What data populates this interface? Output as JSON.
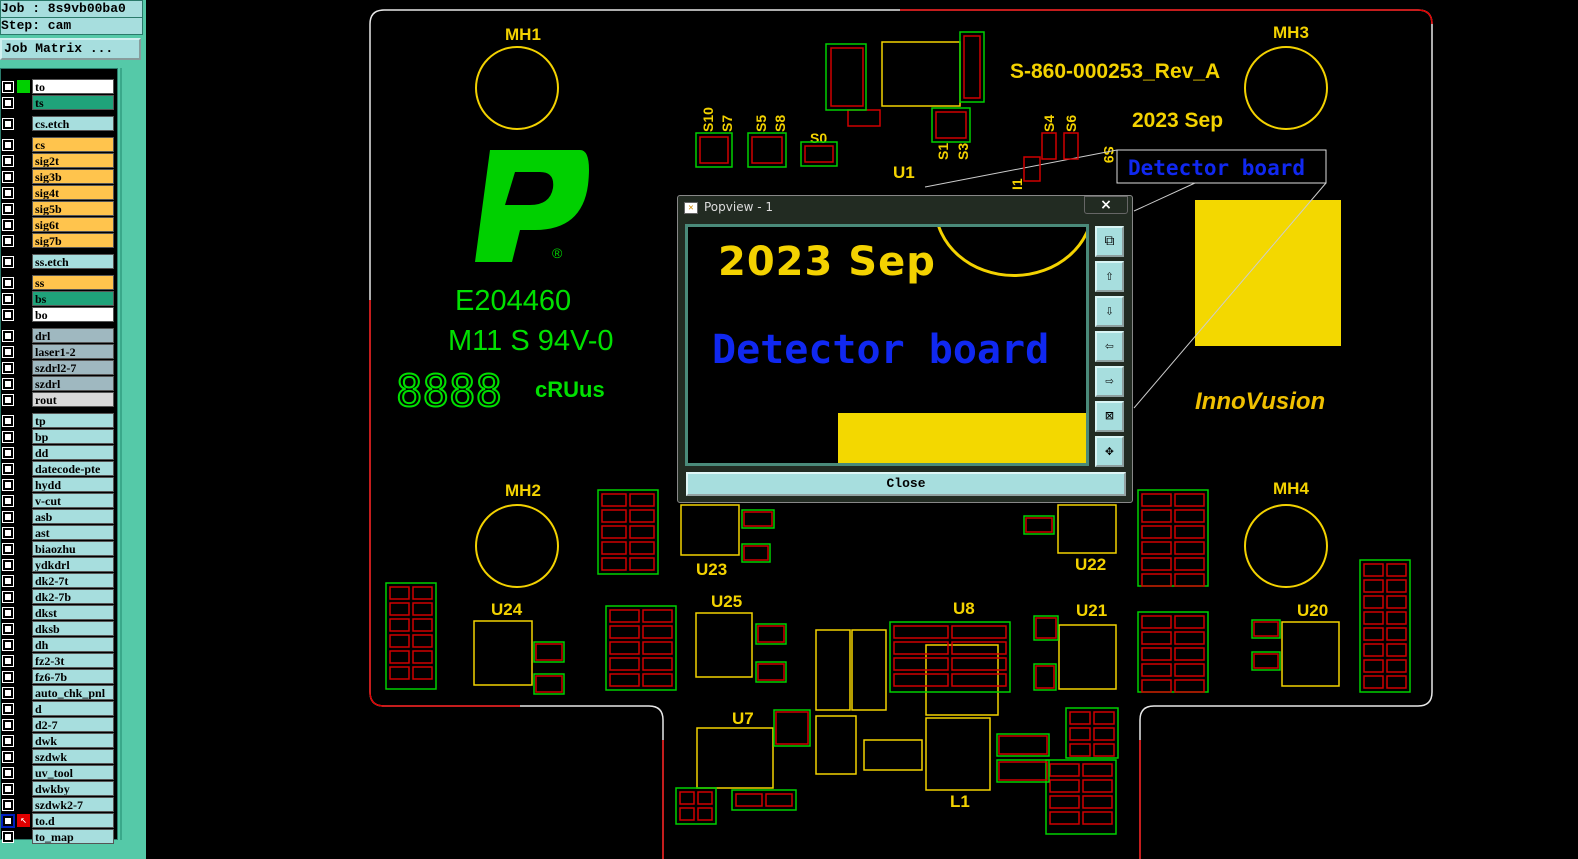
{
  "job": "Job : 8s9vb00ba0",
  "step": "Step: cam",
  "job_matrix_button": "Job Matrix ...",
  "layers": [
    {
      "name": "to",
      "color": "#ffffff",
      "swatch": "#00d000",
      "group": 0
    },
    {
      "name": "ts",
      "color": "#1fa37a",
      "group": 0
    },
    {
      "name": "cs.etch",
      "color": "#a7dede",
      "group": 1
    },
    {
      "name": "cs",
      "color": "#ffc44d",
      "group": 2
    },
    {
      "name": "sig2t",
      "color": "#ffc44d",
      "group": 2
    },
    {
      "name": "sig3b",
      "color": "#ffc44d",
      "group": 2
    },
    {
      "name": "sig4t",
      "color": "#ffc44d",
      "group": 2
    },
    {
      "name": "sig5b",
      "color": "#ffc44d",
      "group": 2
    },
    {
      "name": "sig6t",
      "color": "#ffc44d",
      "group": 2
    },
    {
      "name": "sig7b",
      "color": "#ffc44d",
      "group": 2
    },
    {
      "name": "ss.etch",
      "color": "#a7dede",
      "group": 3
    },
    {
      "name": "ss",
      "color": "#ffc44d",
      "group": 4
    },
    {
      "name": "bs",
      "color": "#1fa37a",
      "group": 4
    },
    {
      "name": "bo",
      "color": "#ffffff",
      "group": 4
    },
    {
      "name": "drl",
      "color": "#9fb8c0",
      "group": 5
    },
    {
      "name": "laser1-2",
      "color": "#9fb8c0",
      "group": 5
    },
    {
      "name": "szdrl2-7",
      "color": "#9fb8c0",
      "group": 5
    },
    {
      "name": "szdrl",
      "color": "#9fb8c0",
      "group": 5
    },
    {
      "name": "rout",
      "color": "#d8d8d8",
      "group": 5
    },
    {
      "name": "tp",
      "color": "#a7dede",
      "group": 6
    },
    {
      "name": "bp",
      "color": "#a7dede",
      "group": 6
    },
    {
      "name": "dd",
      "color": "#a7dede",
      "group": 6
    },
    {
      "name": "datecode-pte",
      "color": "#a7dede",
      "group": 6
    },
    {
      "name": "hydd",
      "color": "#a7dede",
      "group": 6
    },
    {
      "name": "v-cut",
      "color": "#a7dede",
      "group": 6
    },
    {
      "name": "asb",
      "color": "#a7dede",
      "group": 6
    },
    {
      "name": "ast",
      "color": "#a7dede",
      "group": 6
    },
    {
      "name": "biaozhu",
      "color": "#a7dede",
      "group": 6
    },
    {
      "name": "ydkdrl",
      "color": "#a7dede",
      "group": 6
    },
    {
      "name": "dk2-7t",
      "color": "#a7dede",
      "group": 6
    },
    {
      "name": "dk2-7b",
      "color": "#a7dede",
      "group": 6
    },
    {
      "name": "dkst",
      "color": "#a7dede",
      "group": 6
    },
    {
      "name": "dksb",
      "color": "#a7dede",
      "group": 6
    },
    {
      "name": "dh",
      "color": "#a7dede",
      "group": 6
    },
    {
      "name": "fz2-3t",
      "color": "#a7dede",
      "group": 6
    },
    {
      "name": "fz6-7b",
      "color": "#a7dede",
      "group": 6
    },
    {
      "name": "auto_chk_pnl",
      "color": "#a7dede",
      "group": 6
    },
    {
      "name": "d",
      "color": "#a7dede",
      "group": 6
    },
    {
      "name": "d2-7",
      "color": "#a7dede",
      "group": 6
    },
    {
      "name": "dwk",
      "color": "#a7dede",
      "group": 6
    },
    {
      "name": "szdwk",
      "color": "#a7dede",
      "group": 6
    },
    {
      "name": "uv_tool",
      "color": "#a7dede",
      "group": 6
    },
    {
      "name": "dwkby",
      "color": "#a7dede",
      "group": 6
    },
    {
      "name": "szdwk2-7",
      "color": "#a7dede",
      "group": 6
    },
    {
      "name": "to.d",
      "color": "#a7dede",
      "group": 6,
      "active": true
    },
    {
      "name": "to_map",
      "color": "#a7dede",
      "group": 6
    }
  ],
  "board": {
    "part_number": "S-860-000253_Rev_A",
    "date": "2023 Sep",
    "detector_label": "Detector board",
    "ul_file": "E204460",
    "ul_rating": "M11 S 94V-0",
    "date_digits": "8888",
    "ul_mark": "cRUus",
    "brand": "InnoVusion",
    "mounting_holes": [
      "MH1",
      "MH2",
      "MH3",
      "MH4"
    ],
    "refdes": [
      "U1",
      "U7",
      "U8",
      "U20",
      "U21",
      "U22",
      "U23",
      "U24",
      "U25",
      "L1"
    ],
    "switches": [
      "S10",
      "S7",
      "S5",
      "S8",
      "S0",
      "S1",
      "S3",
      "S4",
      "S6",
      "S9",
      "I1"
    ]
  },
  "popview": {
    "title": "Popview - 1",
    "date": "2023 Sep",
    "detector_label": "Detector board",
    "close_button": "Close",
    "close_x": "×",
    "tools": [
      "zoom-back",
      "zoom-up",
      "zoom-down",
      "pan-left",
      "pan-right",
      "fit",
      "pan-all"
    ]
  },
  "colors": {
    "silk_green": "#00e000",
    "silk_yellow": "#f3d200",
    "pad_red": "#d00000",
    "outline": "#e00000",
    "text_blue": "#1028f0"
  }
}
